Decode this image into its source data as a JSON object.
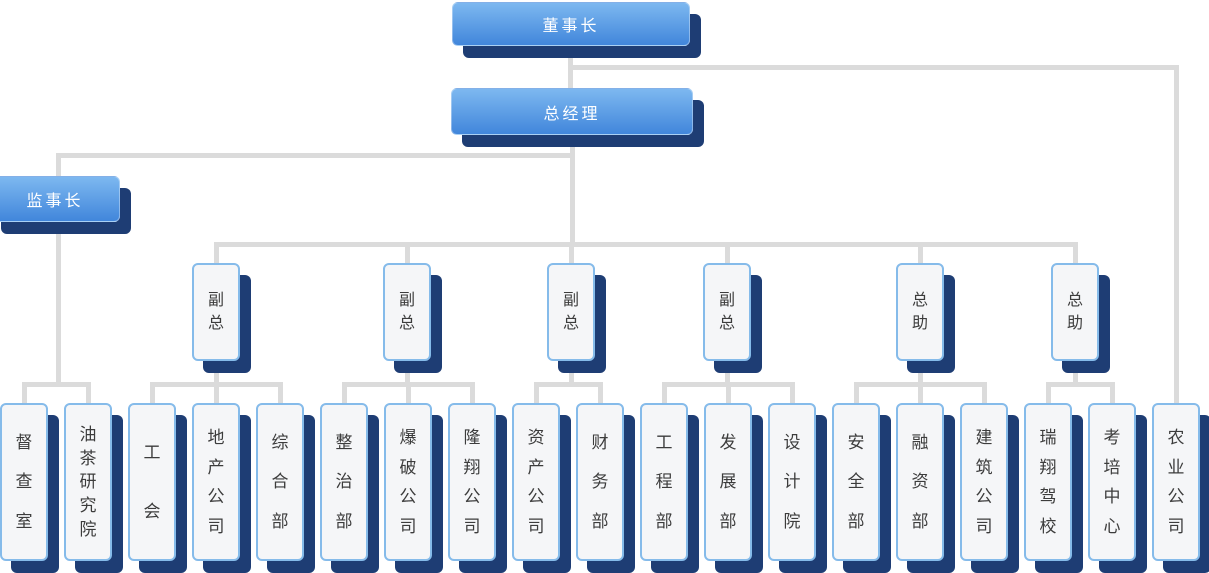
{
  "chart": {
    "type": "org-chart",
    "nodes": [
      {
        "id": "chairman",
        "label": "董事长",
        "style": "blue",
        "reports_to": null
      },
      {
        "id": "general-manager",
        "label": "总经理",
        "style": "blue",
        "reports_to": "chairman"
      },
      {
        "id": "supervisor",
        "label": "监事长",
        "style": "blue",
        "reports_to": "general-manager"
      },
      {
        "id": "deputy-1",
        "label": "副总",
        "style": "white",
        "reports_to": "general-manager"
      },
      {
        "id": "deputy-2",
        "label": "副总",
        "style": "white",
        "reports_to": "general-manager"
      },
      {
        "id": "deputy-3",
        "label": "副总",
        "style": "white",
        "reports_to": "general-manager"
      },
      {
        "id": "deputy-4",
        "label": "副总",
        "style": "white",
        "reports_to": "general-manager"
      },
      {
        "id": "assistant-1",
        "label": "总助",
        "style": "white",
        "reports_to": "general-manager"
      },
      {
        "id": "assistant-2",
        "label": "总助",
        "style": "white",
        "reports_to": "general-manager"
      },
      {
        "id": "dept-inspection",
        "label": "督查室",
        "style": "white",
        "reports_to": "supervisor"
      },
      {
        "id": "dept-camellia-institute",
        "label": "油茶研究院",
        "style": "white",
        "reports_to": "supervisor"
      },
      {
        "id": "dept-labor-union",
        "label": "工会",
        "style": "white",
        "reports_to": "deputy-1"
      },
      {
        "id": "dept-real-estate",
        "label": "地产公司",
        "style": "white",
        "reports_to": "deputy-1"
      },
      {
        "id": "dept-general-affairs",
        "label": "综合部",
        "style": "white",
        "reports_to": "deputy-1"
      },
      {
        "id": "dept-renovation",
        "label": "整治部",
        "style": "white",
        "reports_to": "deputy-2"
      },
      {
        "id": "dept-blasting",
        "label": "爆破公司",
        "style": "white",
        "reports_to": "deputy-2"
      },
      {
        "id": "dept-longxiang",
        "label": "隆翔公司",
        "style": "white",
        "reports_to": "deputy-2"
      },
      {
        "id": "dept-assets",
        "label": "资产公司",
        "style": "white",
        "reports_to": "deputy-3"
      },
      {
        "id": "dept-finance",
        "label": "财务部",
        "style": "white",
        "reports_to": "deputy-3"
      },
      {
        "id": "dept-engineering",
        "label": "工程部",
        "style": "white",
        "reports_to": "deputy-4"
      },
      {
        "id": "dept-development",
        "label": "发展部",
        "style": "white",
        "reports_to": "deputy-4"
      },
      {
        "id": "dept-design",
        "label": "设计院",
        "style": "white",
        "reports_to": "deputy-4"
      },
      {
        "id": "dept-safety",
        "label": "安全部",
        "style": "white",
        "reports_to": "assistant-1"
      },
      {
        "id": "dept-financing",
        "label": "融资部",
        "style": "white",
        "reports_to": "assistant-1"
      },
      {
        "id": "dept-construction",
        "label": "建筑公司",
        "style": "white",
        "reports_to": "assistant-1"
      },
      {
        "id": "dept-ruixiang-driving-school",
        "label": "瑞翔驾校",
        "style": "white",
        "reports_to": "assistant-2"
      },
      {
        "id": "dept-training-center",
        "label": "考培中心",
        "style": "white",
        "reports_to": "assistant-2"
      },
      {
        "id": "dept-agriculture",
        "label": "农业公司",
        "style": "white",
        "reports_to": "chairman"
      }
    ]
  },
  "colors": {
    "box_blue_top": "#7db8f0",
    "box_blue_bottom": "#4186db",
    "shadow_navy": "#1e3d74",
    "white_box_fill": "#f5f6f8",
    "white_box_border": "#85bbea",
    "connector_gray": "#dbdbdb",
    "text_dark": "#3c3c3c",
    "text_light": "#ffffff"
  }
}
